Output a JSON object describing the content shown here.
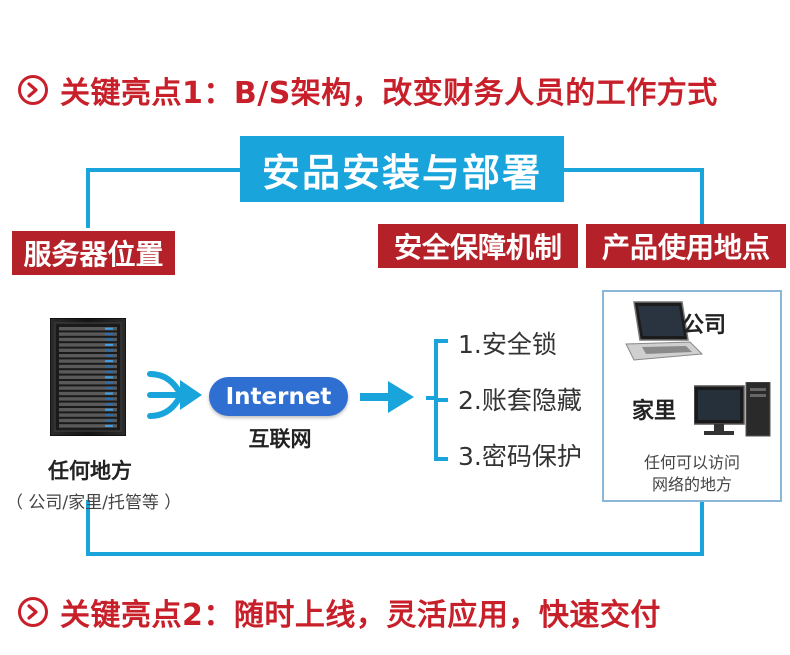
{
  "headline1": "关键亮点1：B/S架构，改变财务人员的工作方式",
  "headline2": "关键亮点2：随时上线，灵活应用，快速交付",
  "title": "安品安装与部署",
  "tags": {
    "server_location": "服务器位置",
    "security": "安全保障机制",
    "usage_location": "产品使用地点"
  },
  "server": {
    "label": "任何地方",
    "sublabel": "（ 公司/家里/托管等 ）"
  },
  "internet": {
    "pill": "Internet",
    "label": "互联网"
  },
  "security_items": [
    "1.安全锁",
    "2.账套隐藏",
    "3.密码保护"
  ],
  "usage": {
    "company": "公司",
    "home": "家里",
    "note_line1": "任何可以访问",
    "note_line2": "网络的地方"
  },
  "colors": {
    "accent_red": "#c8202a",
    "tag_red": "#b52128",
    "frame_blue": "#19a4dc",
    "pill_blue": "#2f6fd1"
  },
  "icons": [
    "chevron-right-icon",
    "server-rack-icon",
    "double-arrow-icon",
    "arrow-right-icon",
    "laptop-icon",
    "desktop-computer-icon"
  ]
}
